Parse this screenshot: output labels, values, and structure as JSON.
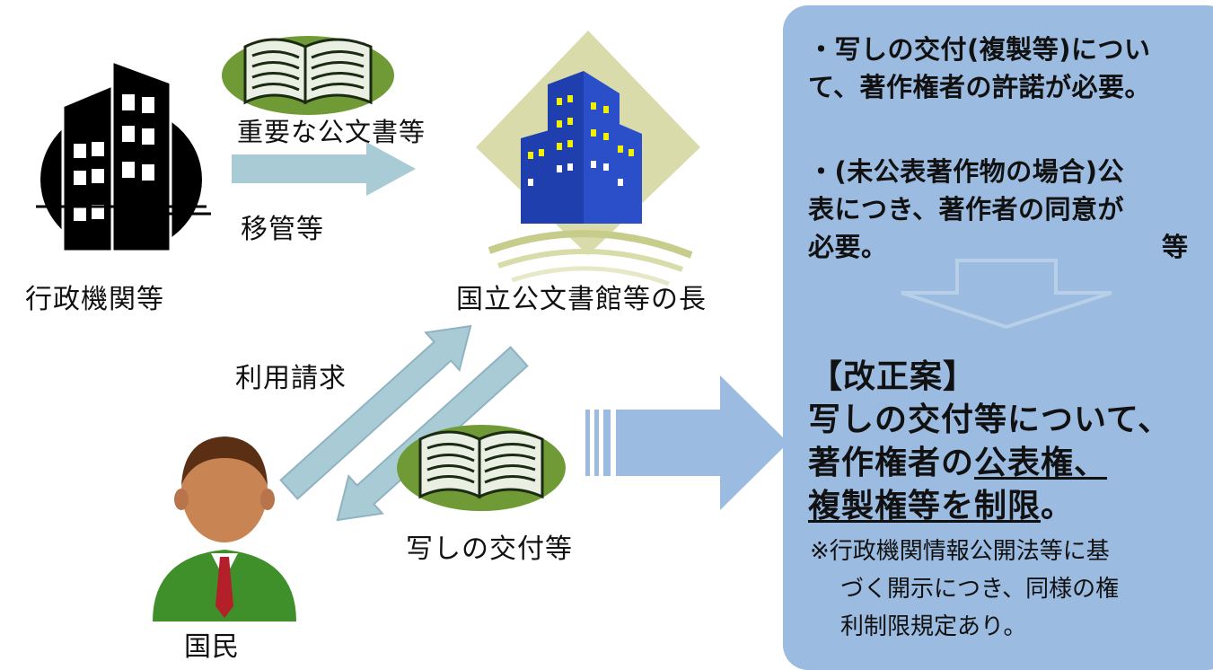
{
  "labels": {
    "important_docs": "重要な公文書等",
    "transfer": "移管等",
    "gov_agency": "行政機関等",
    "archives_head": "国立公文書館等の長",
    "use_request": "利用請求",
    "copy_delivery": "写しの交付等",
    "citizen": "国民"
  },
  "panel": {
    "bullet1_line1": "・写しの交付(複製等)につい",
    "bullet1_line2": "て、著作権者の許諾が必要。",
    "bullet2_line1": "・(未公表著作物の場合)公",
    "bullet2_line2": "表につき、著作者の同意が",
    "bullet2_line3": "必要。",
    "bullet2_etc": "等",
    "proposal_title": "【改正案】",
    "proposal_line1": "写しの交付等について、",
    "proposal_line2a": "著作権者の",
    "proposal_line2b": "公表権、",
    "proposal_line3a": "複製権等を制限",
    "proposal_line3b": "。",
    "note_line1": "※行政機関情報公開法等に基",
    "note_line2": "づく開示につき、同様の権",
    "note_line3": "利制限規定あり。"
  },
  "icons": [
    "office-building-icon",
    "open-book-icon",
    "government-building-icon",
    "person-icon",
    "down-arrow-icon",
    "right-arrow-icon"
  ],
  "colors": {
    "panel": "#9bbbe0",
    "arrow": "#a9cbd6",
    "book_bg": "#6f9a35",
    "building_blue": "#1f3fae",
    "person_green": "#3f8f2a"
  }
}
